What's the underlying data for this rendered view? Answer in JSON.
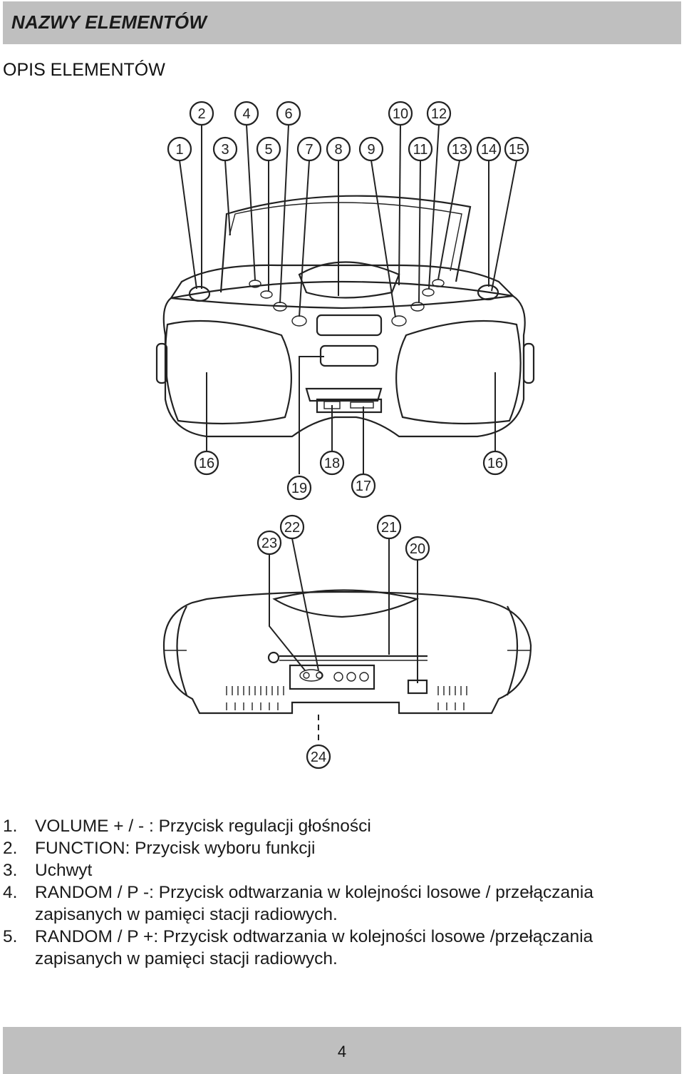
{
  "header": {
    "title": "NAZWY ELEMENTÓW"
  },
  "section": {
    "title": "OPIS ELEMENTÓW"
  },
  "diagram": {
    "callouts": [
      "1",
      "2",
      "3",
      "4",
      "5",
      "6",
      "7",
      "8",
      "9",
      "10",
      "11",
      "12",
      "13",
      "14",
      "15",
      "16",
      "16",
      "18",
      "17",
      "19",
      "23",
      "22",
      "21",
      "20",
      "24"
    ]
  },
  "list": [
    {
      "num": "1.",
      "text": "VOLUME + / - : Przycisk regulacji głośności"
    },
    {
      "num": "2.",
      "text": "FUNCTION: Przycisk wyboru funkcji"
    },
    {
      "num": "3.",
      "text": "Uchwyt"
    },
    {
      "num": "4.",
      "text": "RANDOM / P -: Przycisk odtwarzania w kolejności losowe / przełączania zapisanych w pamięci stacji radiowych."
    },
    {
      "num": "5.",
      "text": "RANDOM / P +: Przycisk odtwarzania w kolejności losowe /przełączania zapisanych w pamięci stacji radiowych."
    }
  ],
  "footer": {
    "page": "4"
  }
}
